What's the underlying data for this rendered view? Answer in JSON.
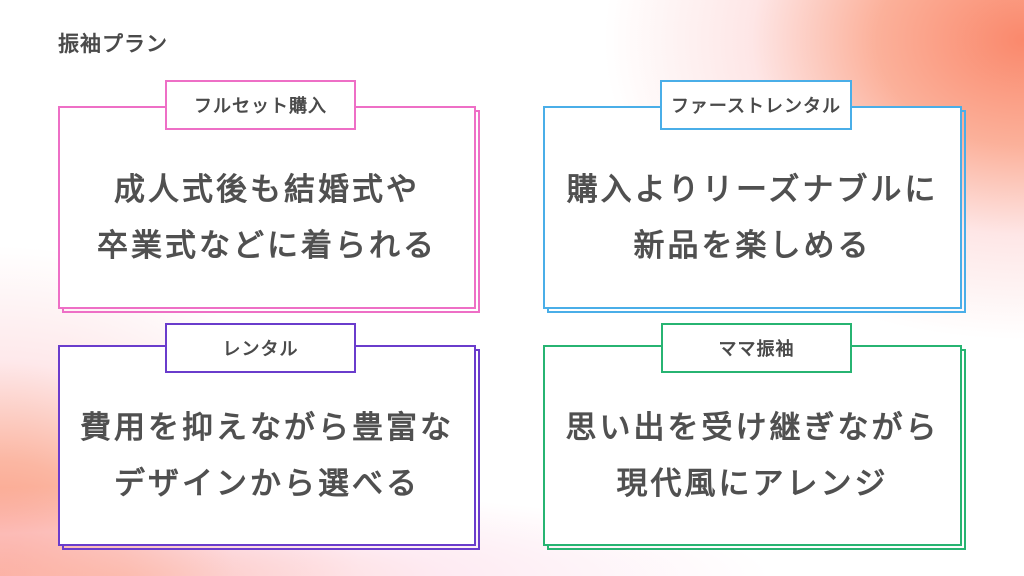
{
  "page": {
    "title": "振袖プラン"
  },
  "background": {
    "base": "#ffffff",
    "gradient_top_right": "#f98a6a",
    "gradient_bottom_left": "#f99a7c",
    "gradient_mid": "#fbd0dc"
  },
  "cards": [
    {
      "label": "フルセット購入",
      "lines": [
        "成人式後も結婚式や",
        "卒業式などに着られる"
      ],
      "color": "#ee6fc6"
    },
    {
      "label": "ファーストレンタル",
      "lines": [
        "購入よりリーズナブルに",
        "新品を楽しめる"
      ],
      "color": "#4aaee8"
    },
    {
      "label": "レンタル",
      "lines": [
        "費用を抑えながら豊富な",
        "デザインから選べる"
      ],
      "color": "#6a3ccc"
    },
    {
      "label": "ママ振袖",
      "lines": [
        "思い出を受け継ぎながら",
        "現代風にアレンジ"
      ],
      "color": "#27b472"
    }
  ],
  "text_color": "#4a4a4a"
}
